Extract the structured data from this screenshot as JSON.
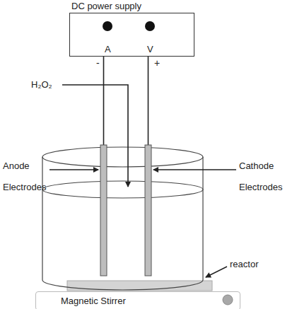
{
  "diagram": {
    "nodes": [
      {
        "text": [
          "DC power supply",
          "A",
          "V"
        ]
      },
      {
        "text": [
          "Magnetic Stirrer"
        ]
      }
    ],
    "labels": [
      "-",
      "+",
      "H₂O₂",
      "Anode Electrodes",
      "Cathode Electrodes",
      "reactor"
    ]
  }
}
